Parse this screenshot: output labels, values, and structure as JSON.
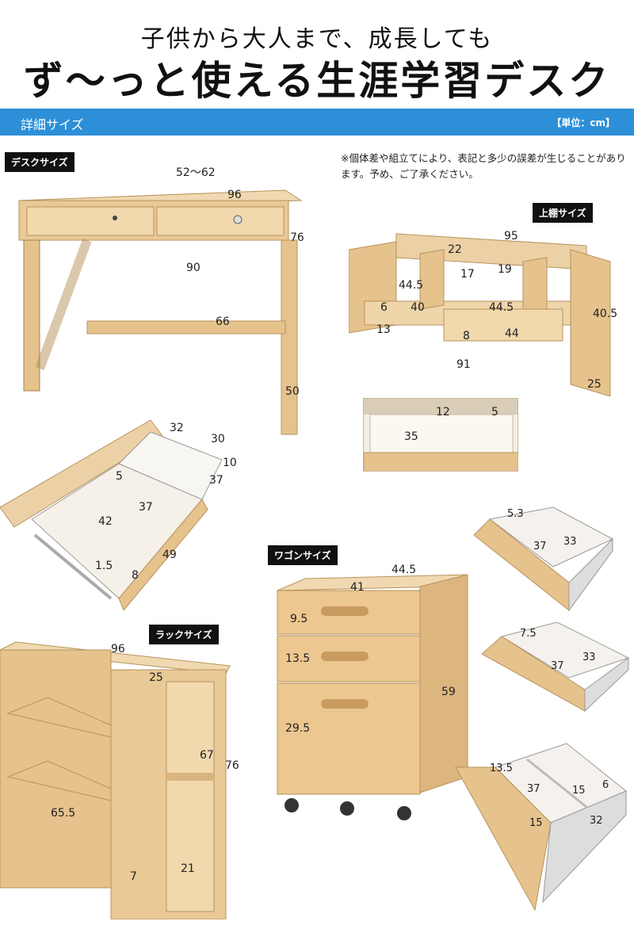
{
  "header": {
    "subtitle": "子供から大人まで、成長しても",
    "title": "ず〜っと使える生涯学習デスク"
  },
  "section": {
    "title": "詳細サイズ",
    "unit": "【単位：cm】"
  },
  "note": "※個体差や組立てにより、表記と多少の誤差が生じることがあります。予め、ご了承ください。",
  "tags": {
    "desk": "デスクサイズ",
    "shelf": "上棚サイズ",
    "wagon": "ワゴンサイズ",
    "rack": "ラックサイズ"
  },
  "desk": {
    "w_outer": "52〜62",
    "w_top": "96",
    "h": "76",
    "inner_w": "90",
    "inner_h": "66",
    "depth": "50"
  },
  "drawer": {
    "d32": "32",
    "d30": "30",
    "d10": "10",
    "d37a": "37",
    "d5": "5",
    "d37b": "37",
    "d42": "42",
    "d1_5": "1.5",
    "d8": "8",
    "d49": "49"
  },
  "shelf": {
    "w95": "95",
    "d22": "22",
    "d17": "17",
    "d19": "19",
    "d44_5a": "44.5",
    "d6": "6",
    "d40": "40",
    "d44_5b": "44.5",
    "d40_5": "40.5",
    "d13": "13",
    "d8": "8",
    "d44": "44",
    "d91": "91",
    "d25": "25"
  },
  "shelf_drawer": {
    "d12": "12",
    "d5": "5",
    "d35": "35"
  },
  "wagon": {
    "w44_5": "44.5",
    "w41": "41",
    "h9_5": "9.5",
    "h13_5": "13.5",
    "h29_5": "29.5",
    "h59": "59"
  },
  "wagon_drawers": {
    "top": {
      "a": "5.3",
      "b": "37",
      "c": "33"
    },
    "mid": {
      "a": "7.5",
      "b": "37",
      "c": "33"
    },
    "bottom": {
      "a": "13.5",
      "b": "37",
      "c": "15",
      "d": "6",
      "e": "15",
      "f": "32"
    }
  },
  "rack": {
    "w96": "96",
    "d25": "25",
    "h67": "67",
    "h76": "76",
    "w65_5": "65.5",
    "h21": "21",
    "h7": "7"
  },
  "colors": {
    "accent": "#2d8fd8",
    "wood": "#e7c697",
    "wood_dark": "#caa06c",
    "arrow": "#7a1e2b"
  }
}
